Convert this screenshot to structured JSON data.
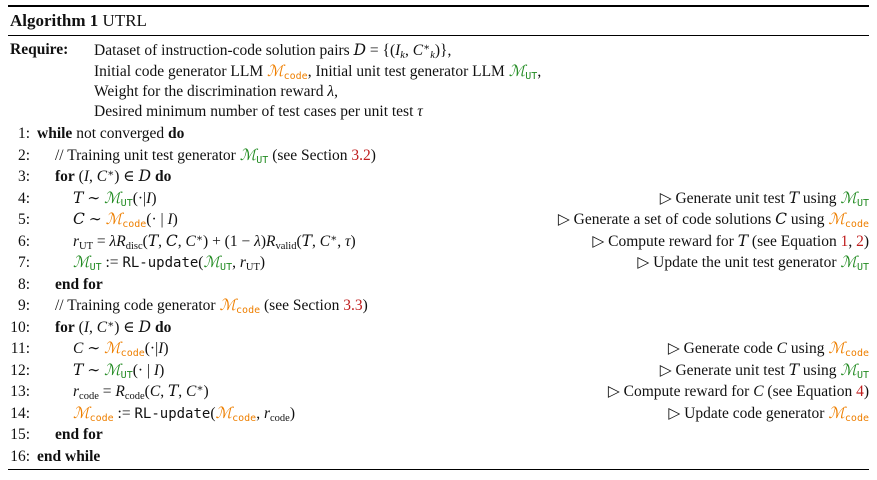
{
  "colors": {
    "orange": "#EE7F00",
    "green": "#228B22",
    "red": "#BF1D1D",
    "text": "#111111",
    "rule": "#000000"
  },
  "header": {
    "label": "Algorithm 1",
    "title": "UTRL"
  },
  "require": {
    "keyword": "Require:",
    "lines": [
      [
        {
          "t": "Dataset of instruction-code solution pairs ",
          "st": "rm"
        },
        {
          "t": "D",
          "st": "cal"
        },
        {
          "t": " = {(",
          "st": "rm"
        },
        {
          "t": "I",
          "st": "it"
        },
        {
          "t": "k",
          "st": "it",
          "pos": "sub"
        },
        {
          "t": ", ",
          "st": "rm"
        },
        {
          "t": "C",
          "st": "it"
        },
        {
          "t": "∗",
          "st": "rm",
          "pos": "sup"
        },
        {
          "t": "k",
          "st": "it",
          "pos": "sub"
        },
        {
          "t": ")},",
          "st": "rm"
        }
      ],
      [
        {
          "t": "Initial code generator LLM ",
          "st": "rm"
        },
        {
          "t": "ℳ",
          "st": "cal",
          "c": "orange"
        },
        {
          "t": "code",
          "st": "tt",
          "c": "orange",
          "pos": "sub"
        },
        {
          "t": ", Initial unit test generator LLM ",
          "st": "rm"
        },
        {
          "t": "ℳ",
          "st": "cal",
          "c": "green"
        },
        {
          "t": "UT",
          "st": "tt",
          "c": "green",
          "pos": "sub"
        },
        {
          "t": ",",
          "st": "rm"
        }
      ],
      [
        {
          "t": "Weight for the discrimination reward ",
          "st": "rm"
        },
        {
          "t": "λ",
          "st": "it"
        },
        {
          "t": ",",
          "st": "rm"
        }
      ],
      [
        {
          "t": "Desired minimum number of test cases per unit test ",
          "st": "rm"
        },
        {
          "t": "τ",
          "st": "it"
        }
      ]
    ]
  },
  "lines": [
    {
      "num": "1:",
      "indent": 0,
      "body": [
        {
          "t": "while",
          "st": "bf"
        },
        {
          "t": " not converged ",
          "st": "rm"
        },
        {
          "t": "do",
          "st": "bf"
        }
      ]
    },
    {
      "num": "2:",
      "indent": 1,
      "body": [
        {
          "t": "// Training unit test generator ",
          "st": "rm"
        },
        {
          "t": "ℳ",
          "st": "cal",
          "c": "green"
        },
        {
          "t": "UT",
          "st": "tt",
          "c": "green",
          "pos": "sub"
        },
        {
          "t": " (see Section ",
          "st": "rm"
        },
        {
          "t": "3.2",
          "st": "rm",
          "c": "red"
        },
        {
          "t": ")",
          "st": "rm"
        }
      ]
    },
    {
      "num": "3:",
      "indent": 1,
      "body": [
        {
          "t": "for",
          "st": "bf"
        },
        {
          "t": " (",
          "st": "rm"
        },
        {
          "t": "I",
          "st": "it"
        },
        {
          "t": ", ",
          "st": "rm"
        },
        {
          "t": "C",
          "st": "it"
        },
        {
          "t": "∗",
          "st": "rm",
          "pos": "sup"
        },
        {
          "t": ") ∈ ",
          "st": "rm"
        },
        {
          "t": "D",
          "st": "cal"
        },
        {
          "t": " ",
          "st": "rm"
        },
        {
          "t": "do",
          "st": "bf"
        }
      ]
    },
    {
      "num": "4:",
      "indent": 2,
      "body": [
        {
          "t": "T",
          "st": "cal"
        },
        {
          "t": " ∼ ",
          "st": "rm"
        },
        {
          "t": "ℳ",
          "st": "cal",
          "c": "green"
        },
        {
          "t": "UT",
          "st": "tt",
          "c": "green",
          "pos": "sub"
        },
        {
          "t": "(·|",
          "st": "rm"
        },
        {
          "t": "I",
          "st": "it"
        },
        {
          "t": ")",
          "st": "rm"
        }
      ],
      "comment": [
        {
          "t": "▷ Generate unit test ",
          "st": "rm"
        },
        {
          "t": "T",
          "st": "cal"
        },
        {
          "t": " using ",
          "st": "rm"
        },
        {
          "t": "ℳ",
          "st": "cal",
          "c": "green"
        },
        {
          "t": "UT",
          "st": "tt",
          "c": "green",
          "pos": "sub"
        }
      ]
    },
    {
      "num": "5:",
      "indent": 2,
      "body": [
        {
          "t": "C",
          "st": "cal"
        },
        {
          "t": " ∼ ",
          "st": "rm"
        },
        {
          "t": "ℳ",
          "st": "cal",
          "c": "orange"
        },
        {
          "t": "code",
          "st": "tt",
          "c": "orange",
          "pos": "sub"
        },
        {
          "t": "(· | ",
          "st": "rm"
        },
        {
          "t": "I",
          "st": "it"
        },
        {
          "t": ")",
          "st": "rm"
        }
      ],
      "comment": [
        {
          "t": "▷ Generate a set of code solutions ",
          "st": "rm"
        },
        {
          "t": "C",
          "st": "cal"
        },
        {
          "t": " using ",
          "st": "rm"
        },
        {
          "t": "ℳ",
          "st": "cal",
          "c": "orange"
        },
        {
          "t": "code",
          "st": "tt",
          "c": "orange",
          "pos": "sub"
        }
      ]
    },
    {
      "num": "6:",
      "indent": 2,
      "body": [
        {
          "t": "r",
          "st": "it"
        },
        {
          "t": "UT",
          "st": "rm",
          "pos": "sub"
        },
        {
          "t": " = ",
          "st": "rm"
        },
        {
          "t": "λ",
          "st": "it"
        },
        {
          "t": "R",
          "st": "it"
        },
        {
          "t": "disc",
          "st": "rm",
          "pos": "sub"
        },
        {
          "t": "(",
          "st": "rm"
        },
        {
          "t": "T",
          "st": "cal"
        },
        {
          "t": ", ",
          "st": "rm"
        },
        {
          "t": "C",
          "st": "cal"
        },
        {
          "t": ", ",
          "st": "rm"
        },
        {
          "t": "C",
          "st": "it"
        },
        {
          "t": "∗",
          "st": "rm",
          "pos": "sup"
        },
        {
          "t": ") + (1 − ",
          "st": "rm"
        },
        {
          "t": "λ",
          "st": "it"
        },
        {
          "t": ")",
          "st": "rm"
        },
        {
          "t": "R",
          "st": "it"
        },
        {
          "t": "valid",
          "st": "rm",
          "pos": "sub"
        },
        {
          "t": "(",
          "st": "rm"
        },
        {
          "t": "T",
          "st": "cal"
        },
        {
          "t": ", ",
          "st": "rm"
        },
        {
          "t": "C",
          "st": "it"
        },
        {
          "t": "∗",
          "st": "rm",
          "pos": "sup"
        },
        {
          "t": ", ",
          "st": "rm"
        },
        {
          "t": "τ",
          "st": "it"
        },
        {
          "t": ")",
          "st": "rm"
        }
      ],
      "comment": [
        {
          "t": "▷ Compute reward for ",
          "st": "rm"
        },
        {
          "t": "T",
          "st": "cal"
        },
        {
          "t": " (see Equation ",
          "st": "rm"
        },
        {
          "t": "1",
          "st": "rm",
          "c": "red"
        },
        {
          "t": ", ",
          "st": "rm"
        },
        {
          "t": "2",
          "st": "rm",
          "c": "red"
        },
        {
          "t": ")",
          "st": "rm"
        }
      ]
    },
    {
      "num": "7:",
      "indent": 2,
      "body": [
        {
          "t": "ℳ",
          "st": "cal",
          "c": "green"
        },
        {
          "t": "UT",
          "st": "tt",
          "c": "green",
          "pos": "sub"
        },
        {
          "t": " := ",
          "st": "rm"
        },
        {
          "t": "RL-update",
          "st": "tt"
        },
        {
          "t": "(",
          "st": "rm"
        },
        {
          "t": "ℳ",
          "st": "cal",
          "c": "green"
        },
        {
          "t": "UT",
          "st": "tt",
          "c": "green",
          "pos": "sub"
        },
        {
          "t": ", ",
          "st": "rm"
        },
        {
          "t": "r",
          "st": "it"
        },
        {
          "t": "UT",
          "st": "rm",
          "pos": "sub"
        },
        {
          "t": ")",
          "st": "rm"
        }
      ],
      "comment": [
        {
          "t": "▷ Update the unit test generator ",
          "st": "rm"
        },
        {
          "t": "ℳ",
          "st": "cal",
          "c": "green"
        },
        {
          "t": "UT",
          "st": "tt",
          "c": "green",
          "pos": "sub"
        }
      ]
    },
    {
      "num": "8:",
      "indent": 1,
      "body": [
        {
          "t": "end for",
          "st": "bf"
        }
      ]
    },
    {
      "num": "9:",
      "indent": 1,
      "body": [
        {
          "t": "// Training code generator ",
          "st": "rm"
        },
        {
          "t": "ℳ",
          "st": "cal",
          "c": "orange"
        },
        {
          "t": "code",
          "st": "tt",
          "c": "orange",
          "pos": "sub"
        },
        {
          "t": " (see Section ",
          "st": "rm"
        },
        {
          "t": "3.3",
          "st": "rm",
          "c": "red"
        },
        {
          "t": ")",
          "st": "rm"
        }
      ]
    },
    {
      "num": "10:",
      "indent": 1,
      "body": [
        {
          "t": "for",
          "st": "bf"
        },
        {
          "t": " (",
          "st": "rm"
        },
        {
          "t": "I",
          "st": "it"
        },
        {
          "t": ", ",
          "st": "rm"
        },
        {
          "t": "C",
          "st": "it"
        },
        {
          "t": "∗",
          "st": "rm",
          "pos": "sup"
        },
        {
          "t": ") ∈ ",
          "st": "rm"
        },
        {
          "t": "D",
          "st": "cal"
        },
        {
          "t": " ",
          "st": "rm"
        },
        {
          "t": "do",
          "st": "bf"
        }
      ]
    },
    {
      "num": "11:",
      "indent": 2,
      "body": [
        {
          "t": "C",
          "st": "it"
        },
        {
          "t": " ∼ ",
          "st": "rm"
        },
        {
          "t": "ℳ",
          "st": "cal",
          "c": "orange"
        },
        {
          "t": "code",
          "st": "tt",
          "c": "orange",
          "pos": "sub"
        },
        {
          "t": "(·|",
          "st": "rm"
        },
        {
          "t": "I",
          "st": "it"
        },
        {
          "t": ")",
          "st": "rm"
        }
      ],
      "comment": [
        {
          "t": "▷ Generate code ",
          "st": "rm"
        },
        {
          "t": "C",
          "st": "it"
        },
        {
          "t": " using ",
          "st": "rm"
        },
        {
          "t": "ℳ",
          "st": "cal",
          "c": "orange"
        },
        {
          "t": "code",
          "st": "tt",
          "c": "orange",
          "pos": "sub"
        }
      ]
    },
    {
      "num": "12:",
      "indent": 2,
      "body": [
        {
          "t": "T",
          "st": "cal"
        },
        {
          "t": " ∼ ",
          "st": "rm"
        },
        {
          "t": "ℳ",
          "st": "cal",
          "c": "green"
        },
        {
          "t": "UT",
          "st": "tt",
          "c": "green",
          "pos": "sub"
        },
        {
          "t": "(· | ",
          "st": "rm"
        },
        {
          "t": "I",
          "st": "it"
        },
        {
          "t": ")",
          "st": "rm"
        }
      ],
      "comment": [
        {
          "t": "▷ Generate unit test ",
          "st": "rm"
        },
        {
          "t": "T",
          "st": "cal"
        },
        {
          "t": " using ",
          "st": "rm"
        },
        {
          "t": "ℳ",
          "st": "cal",
          "c": "green"
        },
        {
          "t": "UT",
          "st": "tt",
          "c": "green",
          "pos": "sub"
        }
      ]
    },
    {
      "num": "13:",
      "indent": 2,
      "body": [
        {
          "t": "r",
          "st": "it"
        },
        {
          "t": "code",
          "st": "rm",
          "pos": "sub"
        },
        {
          "t": " = ",
          "st": "rm"
        },
        {
          "t": "R",
          "st": "it"
        },
        {
          "t": "code",
          "st": "rm",
          "pos": "sub"
        },
        {
          "t": "(",
          "st": "rm"
        },
        {
          "t": "C",
          "st": "it"
        },
        {
          "t": ", ",
          "st": "rm"
        },
        {
          "t": "T",
          "st": "cal"
        },
        {
          "t": ", ",
          "st": "rm"
        },
        {
          "t": "C",
          "st": "it"
        },
        {
          "t": "∗",
          "st": "rm",
          "pos": "sup"
        },
        {
          "t": ")",
          "st": "rm"
        }
      ],
      "comment": [
        {
          "t": "▷ Compute reward for ",
          "st": "rm"
        },
        {
          "t": "C",
          "st": "it"
        },
        {
          "t": " (see Equation ",
          "st": "rm"
        },
        {
          "t": "4",
          "st": "rm",
          "c": "red"
        },
        {
          "t": ")",
          "st": "rm"
        }
      ]
    },
    {
      "num": "14:",
      "indent": 2,
      "body": [
        {
          "t": "ℳ",
          "st": "cal",
          "c": "orange"
        },
        {
          "t": "code",
          "st": "tt",
          "c": "orange",
          "pos": "sub"
        },
        {
          "t": " := ",
          "st": "rm"
        },
        {
          "t": "RL-update",
          "st": "tt"
        },
        {
          "t": "(",
          "st": "rm"
        },
        {
          "t": "ℳ",
          "st": "cal",
          "c": "orange"
        },
        {
          "t": "code",
          "st": "tt",
          "c": "orange",
          "pos": "sub"
        },
        {
          "t": ", ",
          "st": "rm"
        },
        {
          "t": "r",
          "st": "it"
        },
        {
          "t": "code",
          "st": "rm",
          "pos": "sub"
        },
        {
          "t": ")",
          "st": "rm"
        }
      ],
      "comment": [
        {
          "t": "▷ Update code generator ",
          "st": "rm"
        },
        {
          "t": "ℳ",
          "st": "cal",
          "c": "orange"
        },
        {
          "t": "code",
          "st": "tt",
          "c": "orange",
          "pos": "sub"
        }
      ]
    },
    {
      "num": "15:",
      "indent": 1,
      "body": [
        {
          "t": "end for",
          "st": "bf"
        }
      ]
    },
    {
      "num": "16:",
      "indent": 0,
      "body": [
        {
          "t": "end while",
          "st": "bf"
        }
      ]
    }
  ]
}
